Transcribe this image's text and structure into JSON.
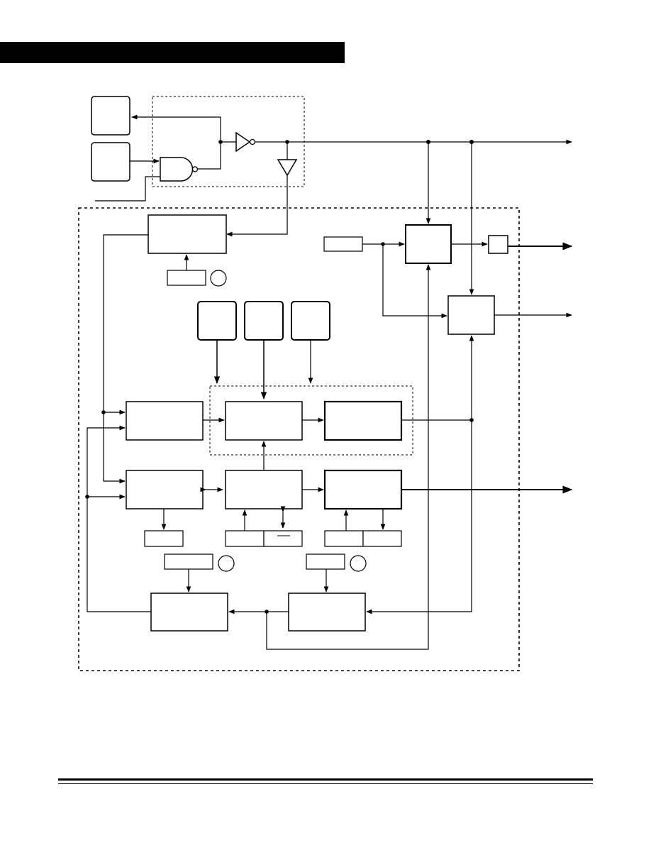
{
  "colors": {
    "header_bar": "#000000",
    "ink": "#000000",
    "paper": "#ffffff"
  },
  "header": {
    "title": ""
  },
  "blocks": [
    {
      "id": "top-left-box-1",
      "label": ""
    },
    {
      "id": "top-left-box-2",
      "label": ""
    },
    {
      "id": "upper-mid-block",
      "label": ""
    },
    {
      "id": "upper-right-block",
      "label": ""
    },
    {
      "id": "right-mid-block",
      "label": ""
    },
    {
      "id": "small-output-block",
      "label": ""
    },
    {
      "id": "input-box-1",
      "label": ""
    },
    {
      "id": "input-box-2",
      "label": ""
    },
    {
      "id": "input-box-3",
      "label": ""
    },
    {
      "id": "row1-block-1",
      "label": ""
    },
    {
      "id": "row1-block-2",
      "label": ""
    },
    {
      "id": "row1-block-3",
      "label": ""
    },
    {
      "id": "row2-block-1",
      "label": ""
    },
    {
      "id": "row2-block-2",
      "label": ""
    },
    {
      "id": "row2-block-3",
      "label": ""
    },
    {
      "id": "bottom-block-left",
      "label": ""
    },
    {
      "id": "bottom-block-right",
      "label": ""
    }
  ],
  "signal_labels": [
    {
      "id": "reg-label-1",
      "label": ""
    },
    {
      "id": "reg-label-2",
      "label": ""
    },
    {
      "id": "reg-label-3",
      "label": ""
    },
    {
      "id": "reg-label-4",
      "label": ""
    },
    {
      "id": "reg-label-5",
      "label": ""
    },
    {
      "id": "reg-label-6",
      "label": ""
    },
    {
      "id": "reg-label-7",
      "label": ""
    },
    {
      "id": "reg-label-8",
      "label": ""
    },
    {
      "id": "reg-label-9",
      "label": ""
    },
    {
      "id": "reg-label-10",
      "label": ""
    }
  ],
  "footnote_markers": [
    {
      "id": "note-circle-1",
      "label": ""
    },
    {
      "id": "note-circle-2",
      "label": ""
    },
    {
      "id": "note-circle-3",
      "label": ""
    }
  ]
}
